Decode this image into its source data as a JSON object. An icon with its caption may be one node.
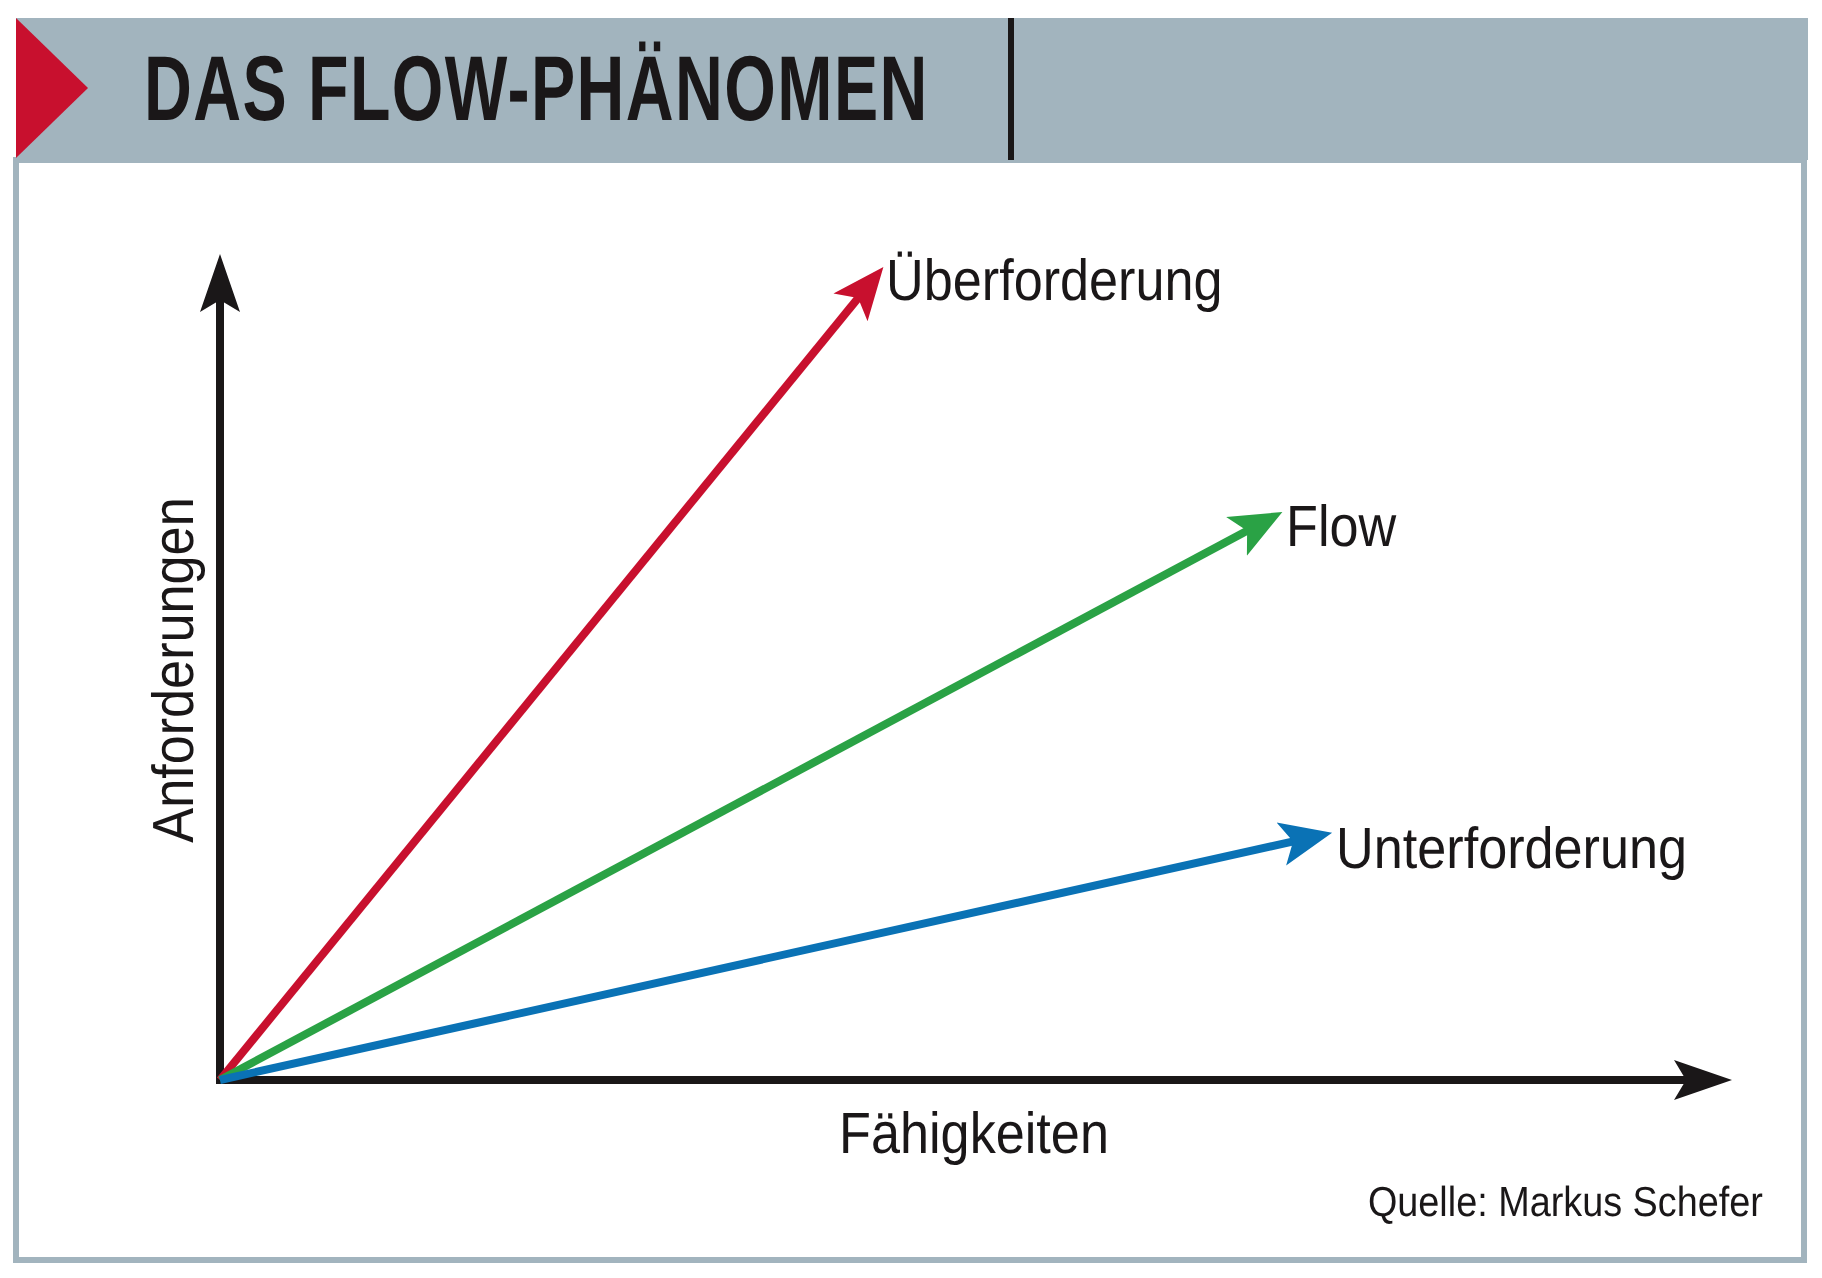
{
  "diagram": {
    "title": "DAS FLOW-PHÄNOMEN",
    "nodes": [
      {
        "text": [
          "Überforderung"
        ]
      },
      {
        "text": [
          "Flow"
        ]
      },
      {
        "text": [
          "Unterforderung"
        ]
      }
    ],
    "edges": [
      {
        "from": null,
        "to": 0,
        "arrow": "to",
        "color": "#c8102e"
      },
      {
        "from": null,
        "to": 1,
        "arrow": "to",
        "color": "#2aa245"
      },
      {
        "from": null,
        "to": 2,
        "arrow": "to",
        "color": "#0a72b5"
      }
    ],
    "labels": [
      "Anforderungen",
      "Fähigkeiten",
      "Quelle: Markus Schefer"
    ]
  }
}
